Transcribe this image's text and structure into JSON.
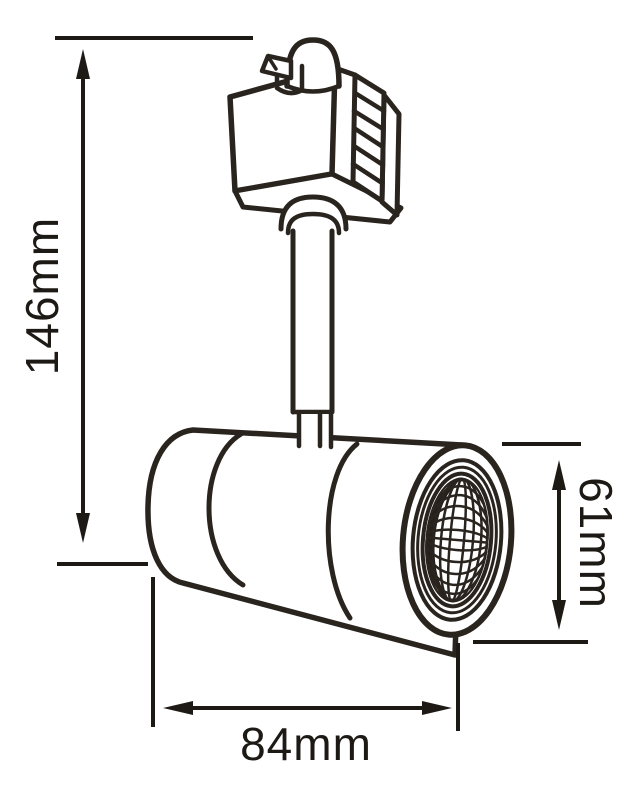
{
  "drawing": {
    "kind": "technical-dimension-drawing",
    "subject": "track-light-fixture",
    "dimensions": {
      "height": "146mm",
      "length": "84mm",
      "diameter": "61mm"
    },
    "colors": {
      "line": "#2a241f",
      "text": "#1d1915",
      "background": "#ffffff"
    }
  }
}
